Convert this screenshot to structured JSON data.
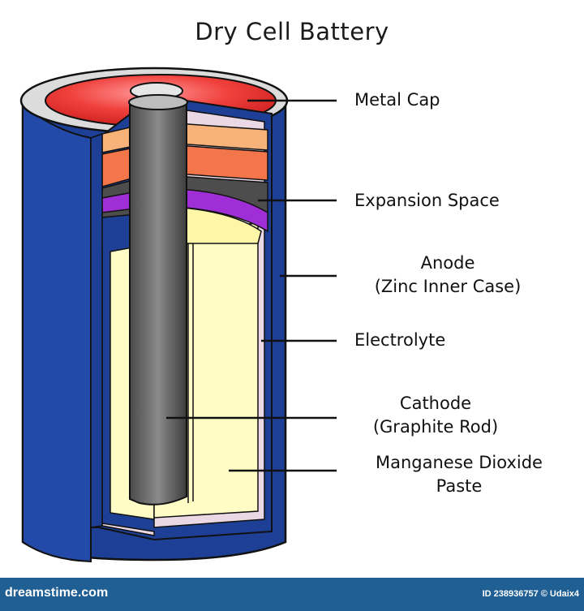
{
  "title": "Dry Cell Battery",
  "labels": {
    "metal_cap": "Metal Cap",
    "expansion_space": "Expansion Space",
    "anode_line1": "Anode",
    "anode_line2": "(Zinc Inner Case)",
    "electrolyte": "Electrolyte",
    "cathode_line1": "Cathode",
    "cathode_line2": "(Graphite Rod)",
    "paste_line1": "Manganese Dioxide",
    "paste_line2": "Paste"
  },
  "footer": {
    "brand": "dreamstime.com",
    "credit": "ID 238936757 © Udaix4"
  },
  "colors": {
    "outer_casing": "#1d3f95",
    "cap_red": "#e8322e",
    "orange_layer": "#f7b27a",
    "orange_dark": "#f2764a",
    "expansion": "#4d4d4d",
    "purple_seal": "#a02ed6",
    "paste": "#fffcc6",
    "electrolyte": "#ead8e4",
    "rod": "#6e6e6e",
    "footer_bg": "#1f5f93"
  }
}
